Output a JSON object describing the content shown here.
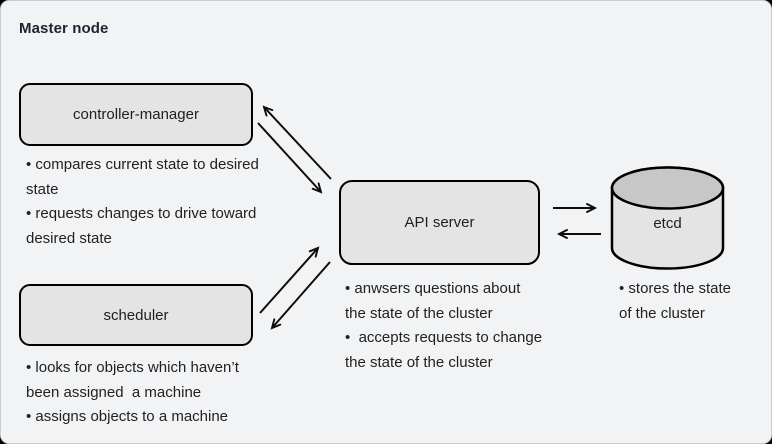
{
  "title": "Master node",
  "colors": {
    "canvas_bg": "#f2f3f5",
    "node_fill": "#e4e4e4",
    "node_border": "#000000",
    "cylinder_top_fill": "#c7c7c7",
    "cylinder_body_fill": "#e4e4e4",
    "arrow": "#0d0d0d",
    "title_text": "#1c2430",
    "body_text": "#212121"
  },
  "nodes": {
    "controller_manager": {
      "label": "controller-manager",
      "notes": [
        "• compares current state to desired",
        "state",
        "• requests changes to drive toward",
        "desired state"
      ]
    },
    "scheduler": {
      "label": "scheduler",
      "notes": [
        "• looks for objects which haven’t",
        "been assigned  a machine",
        "• assigns objects to a machine"
      ]
    },
    "api_server": {
      "label": "API server",
      "notes": [
        "• anwsers questions about",
        "the state of the cluster",
        "•  accepts requests to change",
        "the state of the cluster"
      ]
    },
    "etcd": {
      "label": "etcd",
      "notes": [
        "• stores the state",
        "of the cluster"
      ]
    }
  },
  "edges": [
    {
      "from": "controller-manager",
      "to": "API server",
      "bidirectional": true
    },
    {
      "from": "scheduler",
      "to": "API server",
      "bidirectional": true
    },
    {
      "from": "API server",
      "to": "etcd",
      "bidirectional": true
    }
  ]
}
